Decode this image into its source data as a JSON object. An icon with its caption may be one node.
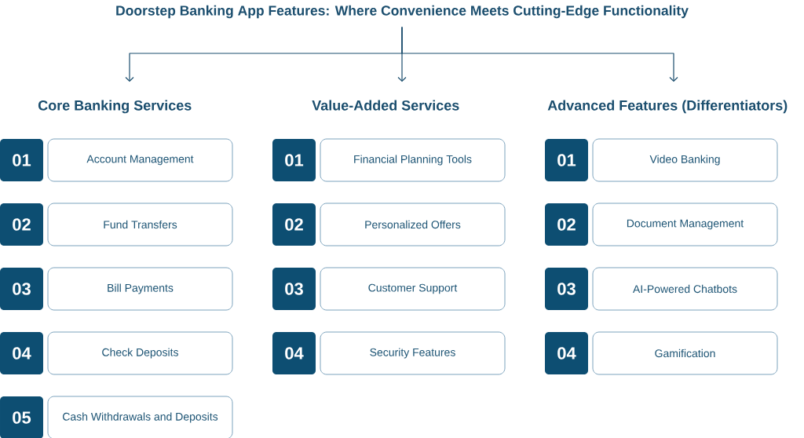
{
  "diagram": {
    "nodes": [
      {
        "text": [
          "Doorstep Banking App Features: Where Convenience Meets Cutting-Edge Functionality"
        ]
      },
      {
        "text": [
          "Core Banking Services"
        ]
      },
      {
        "text": [
          "01"
        ]
      },
      {
        "text": [
          "Account Management"
        ]
      },
      {
        "text": [
          "02"
        ]
      },
      {
        "text": [
          "Fund Transfers"
        ]
      },
      {
        "text": [
          "03"
        ]
      },
      {
        "text": [
          "Bill Payments"
        ]
      },
      {
        "text": [
          "04"
        ]
      },
      {
        "text": [
          "Check Deposits"
        ]
      },
      {
        "text": [
          "05"
        ]
      },
      {
        "text": [
          "Cash Withdrawals and Deposits"
        ]
      },
      {
        "text": [
          "Value-Added Services"
        ]
      },
      {
        "text": [
          "01"
        ]
      },
      {
        "text": [
          "Financial Planning Tools"
        ]
      },
      {
        "text": [
          "02"
        ]
      },
      {
        "text": [
          "Personalized Offers"
        ]
      },
      {
        "text": [
          "03"
        ]
      },
      {
        "text": [
          "Customer Support"
        ]
      },
      {
        "text": [
          "04"
        ]
      },
      {
        "text": [
          "Security Features"
        ]
      },
      {
        "text": [
          "Advanced Features (Differentiators)"
        ]
      },
      {
        "text": [
          "01"
        ]
      },
      {
        "text": [
          "Video Banking"
        ]
      },
      {
        "text": [
          "02"
        ]
      },
      {
        "text": [
          "Document Management"
        ]
      },
      {
        "text": [
          "03"
        ]
      },
      {
        "text": [
          "AI-Powered Chatbots"
        ]
      },
      {
        "text": [
          "04"
        ]
      },
      {
        "text": [
          "Gamification"
        ]
      }
    ],
    "edges": [
      {
        "from": 0,
        "to": 1,
        "arrow": "to"
      },
      {
        "from": 0,
        "to": 12,
        "arrow": "to"
      },
      {
        "from": 0,
        "to": 21,
        "arrow": "to"
      }
    ]
  }
}
